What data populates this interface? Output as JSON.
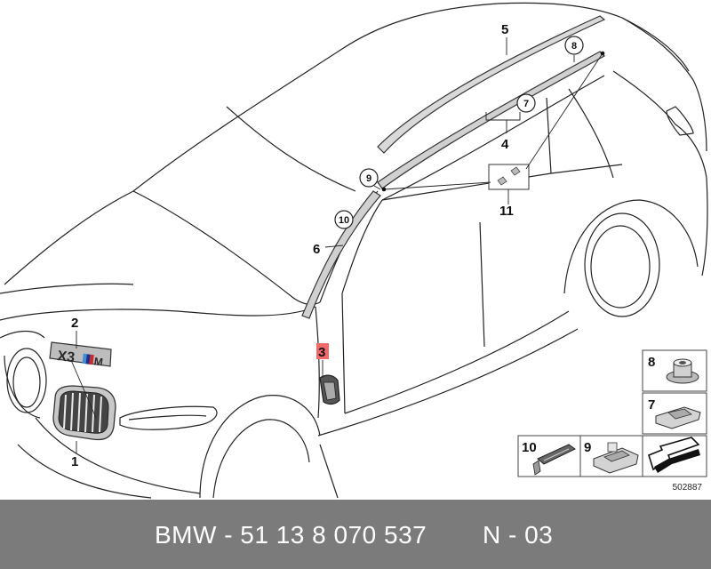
{
  "callouts": {
    "c1": "1",
    "c2": "2",
    "c3": "3",
    "c4": "4",
    "c5": "5",
    "c6": "6",
    "c7": "7",
    "c8": "8",
    "c9": "9",
    "c10": "10",
    "c11": "11"
  },
  "inset": {
    "i8": "8",
    "i7": "7",
    "i10": "10",
    "i9": "9"
  },
  "emblem_text": "X3",
  "drawing_number": "502887",
  "footer": {
    "part_number": "BMW - 51 13 8 070 537",
    "ref": "N - 03"
  },
  "colors": {
    "highlight": "#f06a6a",
    "footer_bg": "#7b7b7b",
    "footer_text": "#ffffff",
    "m_blue_light": "#3a8fd8",
    "m_blue_dark": "#1d2f8a",
    "m_red": "#d42525"
  }
}
